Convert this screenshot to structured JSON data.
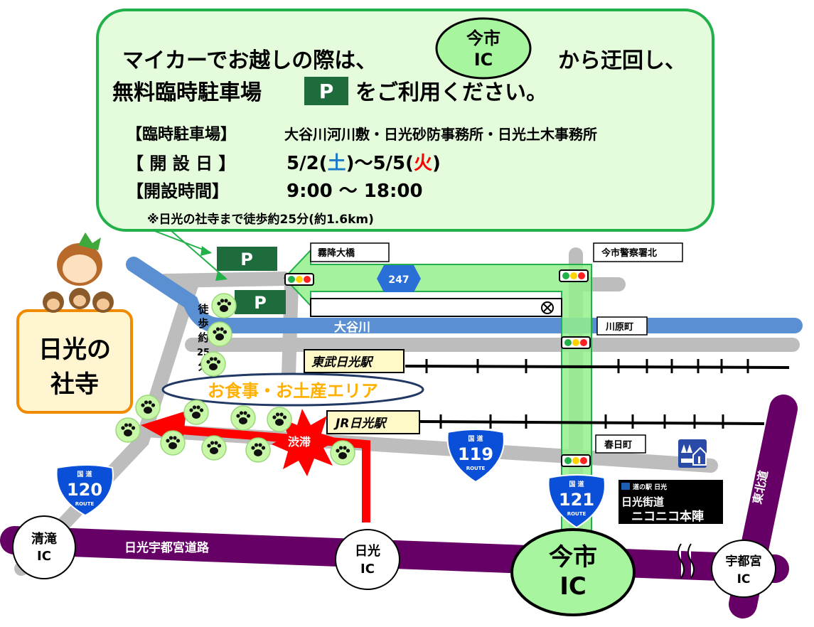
{
  "callout": {
    "line1_a": "マイカーでお越しの際は、",
    "ic_top": "今市",
    "ic_bottom": "IC",
    "line1_b": "から迂回し、",
    "line2_a": "無料臨時駐車場",
    "parking_symbol": "P",
    "line2_b": "をご利用ください。",
    "info": {
      "parking_label": "【臨時駐車場】",
      "parking_value": "大谷川河川敷・日光砂防事務所・日光土木事務所",
      "dates_label": "【 開 設 日 】",
      "date_start": "5/2(",
      "date_start_day": "土",
      "date_mid": ")〜5/5(",
      "date_end_day": "火",
      "date_close": ")",
      "hours_label": "【開設時間】",
      "hours_value": "9:00 〜 18:00",
      "note": "※日光の社寺まで徒歩約25分(約1.6km)"
    }
  },
  "colors": {
    "bubble_fill": "#e4fbdc",
    "bubble_stroke": "#22b04a",
    "route_green": "#94f08c",
    "parking_green": "#1e6b3c",
    "river_blue": "#5a8fd2",
    "road_gray": "#bdbdbd",
    "expressway_purple": "#660066",
    "congestion_red": "#ff0000",
    "sat_blue": "#1a7ac8",
    "tue_red": "#ff0000"
  },
  "map": {
    "parking_1": "P",
    "parking_2": "P",
    "bridge": "霧降大橋",
    "route_247": "247",
    "police": "今市警察署北",
    "river": "大谷川",
    "kawaramachi": "川原町",
    "tobu_station": "東武日光駅",
    "jr_station": "JR日光駅",
    "kasugacho": "春日町",
    "food_area": "お食事・お土産エリア",
    "walk": [
      "徒",
      "歩",
      "約",
      "25",
      "分"
    ],
    "congestion": "渋滞",
    "shrine_line1": "日光の",
    "shrine_line2": "社寺",
    "route_120": {
      "top": "国 道",
      "num": "120",
      "bottom": "ROUTE"
    },
    "route_119": {
      "top": "国 道",
      "num": "119",
      "bottom": "ROUTE"
    },
    "route_121": {
      "top": "国 道",
      "num": "121",
      "bottom": "ROUTE"
    },
    "expressway": "日光宇都宮道路",
    "tohoku": "東北道",
    "michinoeki": {
      "small": "道の駅 日光",
      "line1": "日光街道",
      "line2": "ニコニコ本陣"
    },
    "ic_kiyotaki": [
      "清滝",
      "IC"
    ],
    "ic_nikko": [
      "日光",
      "IC"
    ],
    "ic_imaichi": [
      "今市",
      "IC"
    ],
    "ic_utsunomiya": [
      "宇都宮",
      "IC"
    ]
  }
}
